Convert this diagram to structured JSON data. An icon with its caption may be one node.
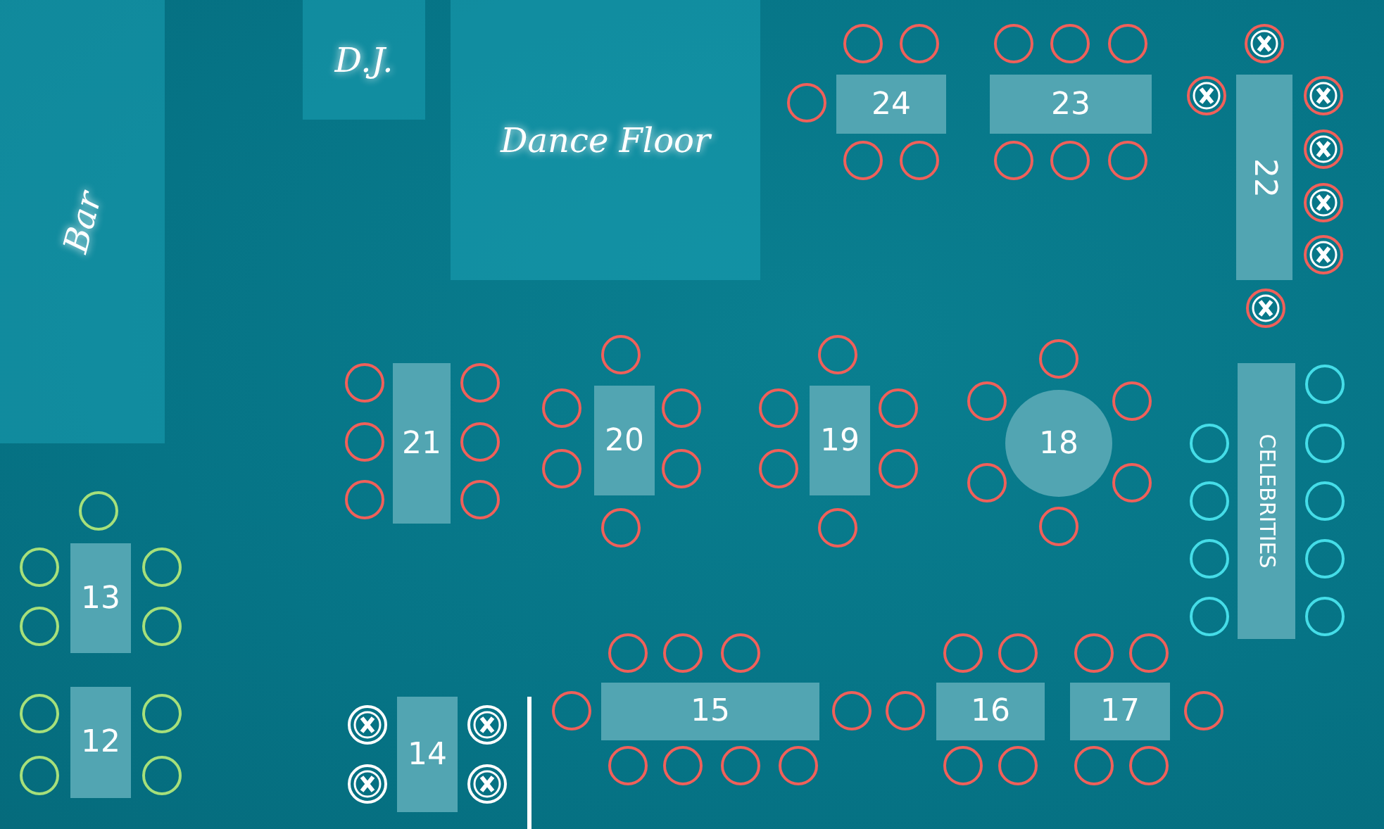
{
  "diagram": {
    "nodes": [
      {
        "text": [
          "Bar"
        ]
      },
      {
        "text": [
          "D.J."
        ]
      },
      {
        "text": [
          "Dance Floor"
        ]
      },
      {
        "text": [
          "24"
        ]
      },
      {
        "text": [
          "23"
        ]
      },
      {
        "text": [
          "22"
        ]
      },
      {
        "text": [
          "21"
        ]
      },
      {
        "text": [
          "20"
        ]
      },
      {
        "text": [
          "19"
        ]
      },
      {
        "text": [
          "18"
        ]
      },
      {
        "text": [
          "CELEBRITIES"
        ]
      },
      {
        "text": [
          "13"
        ]
      },
      {
        "text": [
          "12"
        ]
      },
      {
        "text": [
          "14"
        ]
      },
      {
        "text": [
          "15"
        ]
      },
      {
        "text": [
          "16"
        ]
      },
      {
        "text": [
          "17"
        ]
      }
    ]
  }
}
